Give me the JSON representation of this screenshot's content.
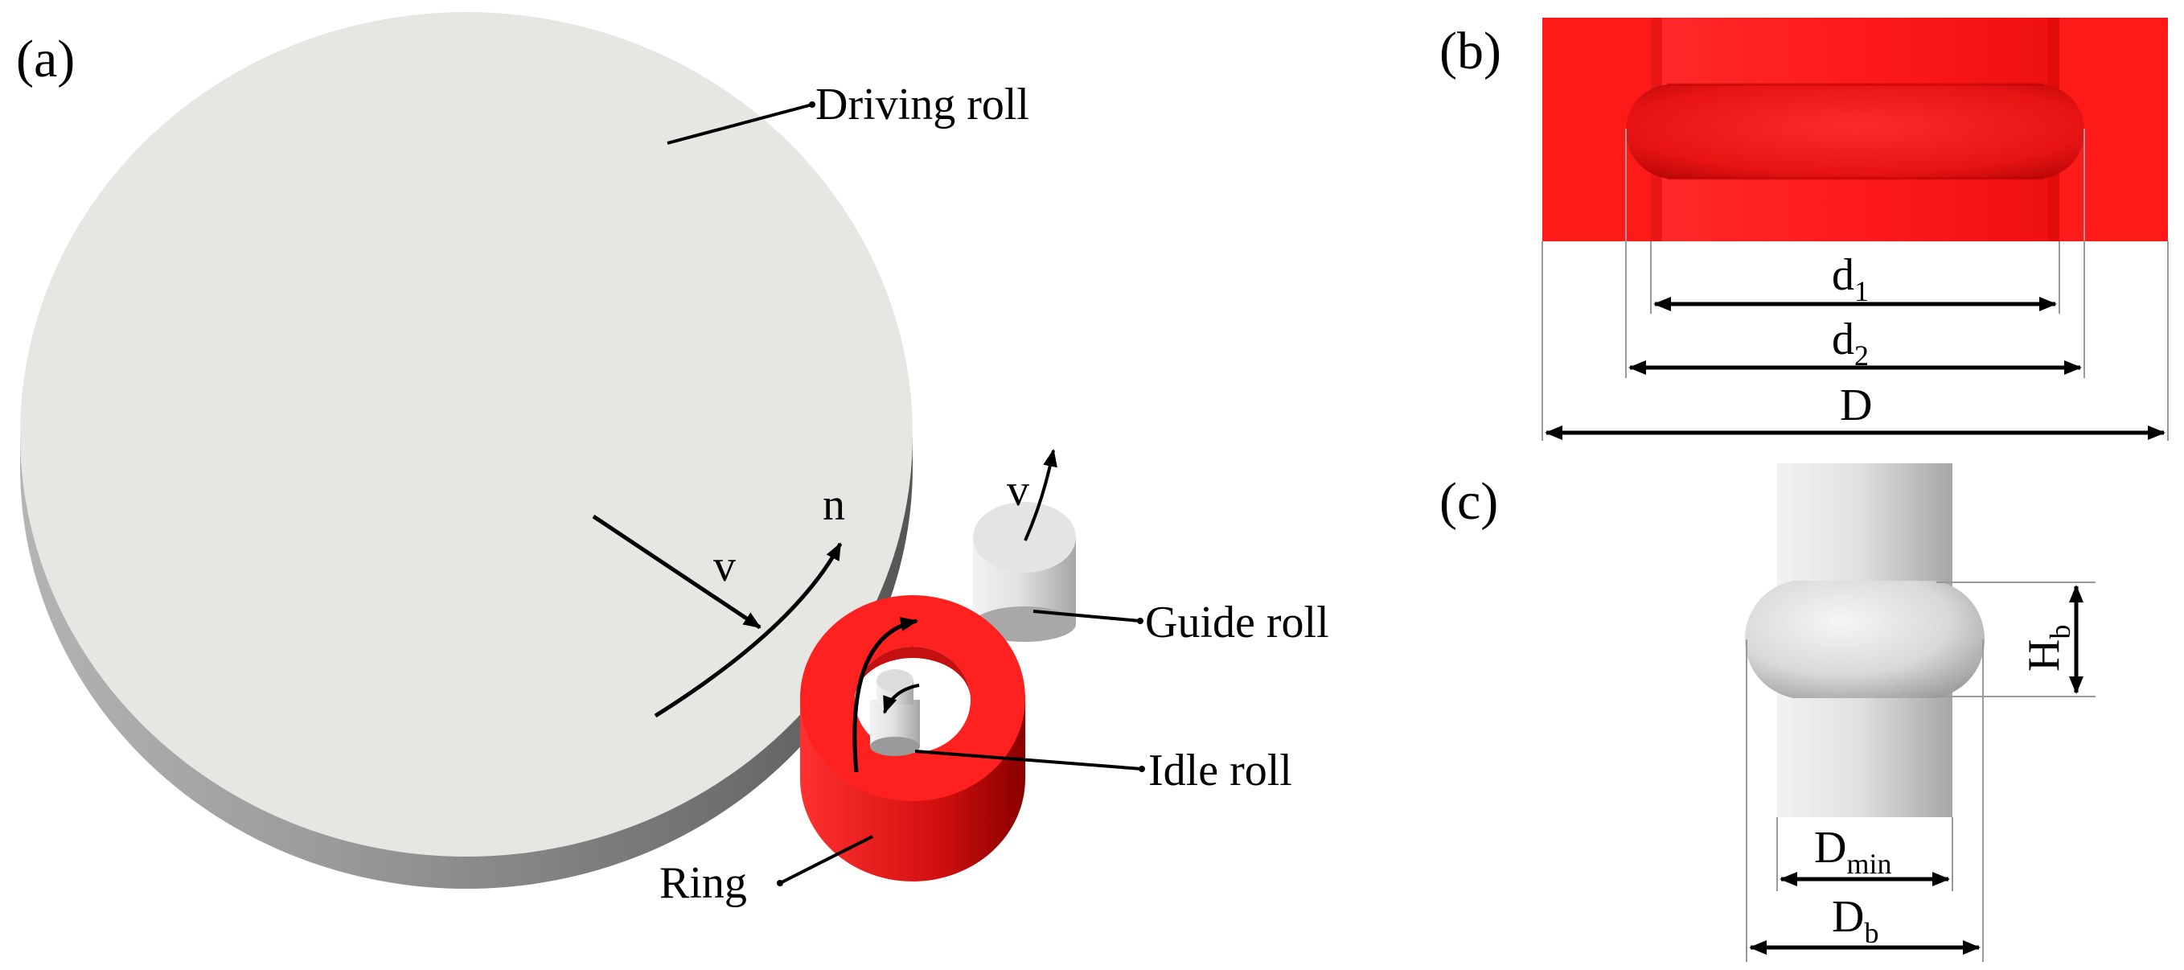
{
  "panels": {
    "a": {
      "label": "(a)",
      "driving_roll": "Driving roll",
      "guide_roll": "Guide roll",
      "idle_roll": "Idle roll",
      "ring": "Ring",
      "v_main": "v",
      "n_main": "n",
      "v_guide": "v"
    },
    "b": {
      "label": "(b)",
      "d1_main": "d",
      "d1_sub": "1",
      "d2_main": "d",
      "d2_sub": "2",
      "D": "D"
    },
    "c": {
      "label": "(c)",
      "hb_main": "H",
      "hb_sub": "b",
      "dmin_main": "D",
      "dmin_sub": "min",
      "db_main": "D",
      "db_sub": "b"
    }
  },
  "colors": {
    "ring_red": "#ff2020",
    "roll_top": "#e6e6e2",
    "roll_side": "#8c8c8c"
  }
}
